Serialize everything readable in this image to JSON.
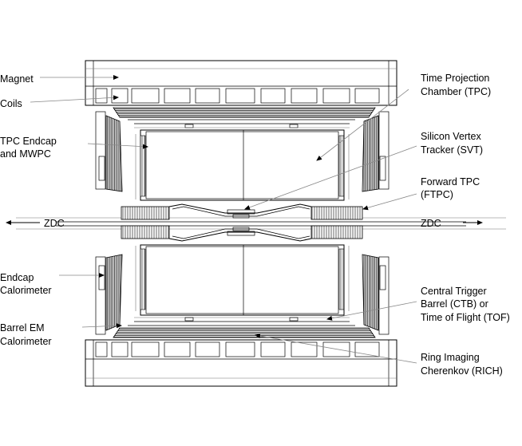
{
  "labels": {
    "magnet": "Magnet",
    "coils": "Coils",
    "tpc_endcap_1": "TPC Endcap",
    "tpc_endcap_2": "and MWPC",
    "zdc_left": "ZDC",
    "zdc_right": "ZDC",
    "endcap_cal_1": "Endcap",
    "endcap_cal_2": "Calorimeter",
    "barrel_em_1": "Barrel EM",
    "barrel_em_2": "Calorimeter",
    "tpc_1": "Time Projection",
    "tpc_2": "Chamber (TPC)",
    "svt_1": "Silicon Vertex",
    "svt_2": "Tracker (SVT)",
    "ftpc_1": "Forward TPC",
    "ftpc_2": "(FTPC)",
    "ctb_1": "Central Trigger",
    "ctb_2": "Barrel (CTB) or",
    "ctb_3": "Time of Flight (TOF)",
    "rich_1": "Ring Imaging",
    "rich_2": "Cherenkov (RICH)"
  },
  "colors": {
    "line": "#000000",
    "leader": "#888888",
    "hatch": "#222222"
  }
}
